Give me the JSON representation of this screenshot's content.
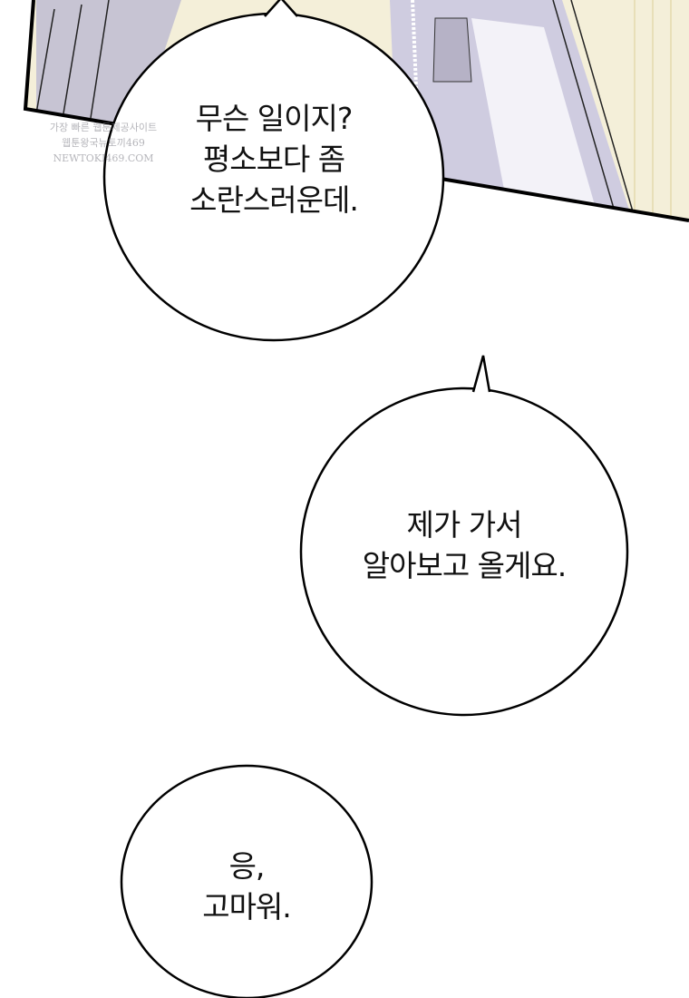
{
  "bubbles": [
    {
      "lines": [
        "무슨 일이지?",
        "평소보다 좀",
        "소란스러운데."
      ]
    },
    {
      "lines": [
        "제가 가서",
        "알아보고 올게요."
      ]
    },
    {
      "lines": [
        "응,",
        "고마워."
      ]
    }
  ],
  "watermark": {
    "lines": [
      "가장 빠른 웹툰제공사이트",
      "웹툰왕국뉴토끼469",
      "NEWTOKI469.COM"
    ]
  },
  "colors": {
    "panel_bg": "#f4efd9",
    "cloth": "#c9c6d6",
    "outline": "#000000"
  }
}
